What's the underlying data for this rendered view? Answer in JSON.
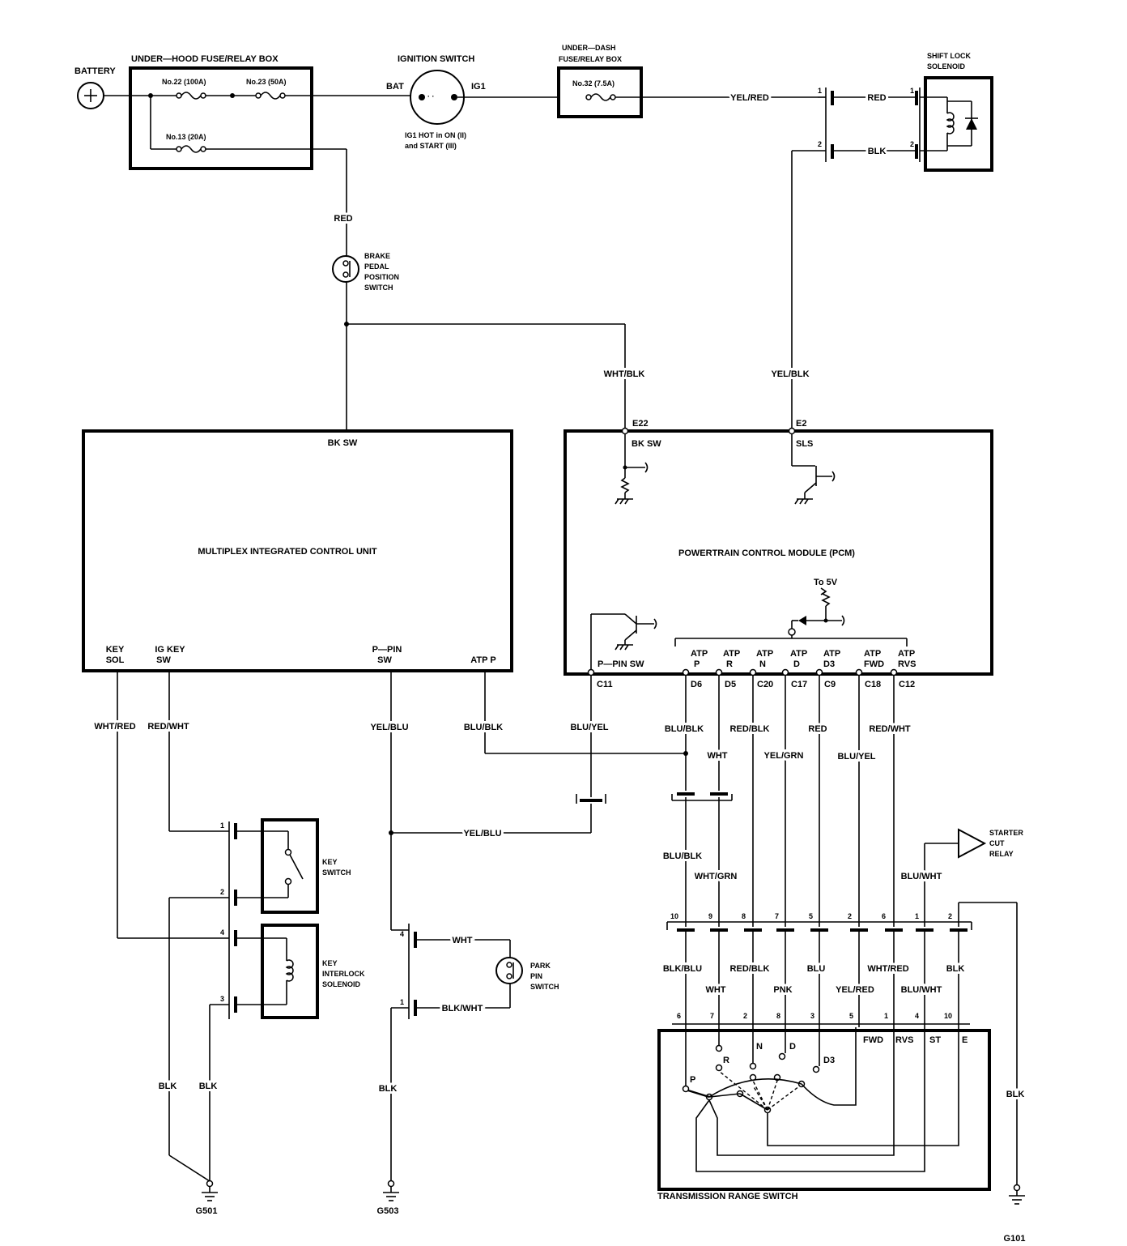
{
  "components": {
    "battery": "BATTERY",
    "underhood_box": "UNDER—HOOD FUSE/RELAY BOX",
    "fuse22": "No.22 (100A)",
    "fuse23": "No.23 (50A)",
    "fuse13": "No.13 (20A)",
    "ignition_switch": "IGNITION SWITCH",
    "ign_bat": "BAT",
    "ign_ig1": "IG1",
    "ign_note1": "IG1 HOT in ON (II)",
    "ign_note2": "and START (III)",
    "underdash_box_1": "UNDER—DASH",
    "underdash_box_2": "FUSE/RELAY BOX",
    "fuse32": "No.32 (7.5A)",
    "shift_lock_1": "SHIFT LOCK",
    "shift_lock_2": "SOLENOID",
    "brake_1": "BRAKE",
    "brake_2": "PEDAL",
    "brake_3": "POSITION",
    "brake_4": "SWITCH",
    "micu": "MULTIPLEX INTEGRATED CONTROL UNIT",
    "pcm": "POWERTRAIN CONTROL MODULE (PCM)",
    "key_switch_1": "KEY",
    "key_switch_2": "SWITCH",
    "key_interlock_1": "KEY",
    "key_interlock_2": "INTERLOCK",
    "key_interlock_3": "SOLENOID",
    "park_pin_1": "PARK",
    "park_pin_2": "PIN",
    "park_pin_3": "SWITCH",
    "starter_1": "STARTER",
    "starter_2": "CUT",
    "starter_3": "RELAY",
    "trs": "TRANSMISSION RANGE SWITCH",
    "to5v": "To 5V"
  },
  "grounds": {
    "g501": "G501",
    "g503": "G503",
    "g101": "G101"
  },
  "wires": {
    "yel_red": "YEL/RED",
    "red": "RED",
    "blk": "BLK",
    "wht_blk": "WHT/BLK",
    "yel_blk": "YEL/BLK",
    "wht_red": "WHT/RED",
    "red_wht": "RED/WHT",
    "yel_blu": "YEL/BLU",
    "blu_blk": "BLU/BLK",
    "blu_yel": "BLU/YEL",
    "wht": "WHT",
    "red_blk": "RED/BLK",
    "yel_grn": "YEL/GRN",
    "wht_grn": "WHT/GRN",
    "blu_wht": "BLU/WHT",
    "blk_blu": "BLK/BLU",
    "pnk": "PNK",
    "blu": "BLU",
    "yel_red2": "YEL/RED",
    "blk_wht": "BLK/WHT"
  },
  "micu_pins": {
    "bksw": "BK SW",
    "keysol_1": "KEY",
    "keysol_2": "SOL",
    "igkey_1": "IG KEY",
    "igkey_2": "SW",
    "ppin_1": "P—PIN",
    "ppin_2": "SW",
    "atpp": "ATP P"
  },
  "pcm_pins": {
    "e22": "E22",
    "bksw": "BK SW",
    "e2": "E2",
    "sls": "SLS",
    "ppinsw": "P—PIN SW",
    "c11": "C11",
    "atp": "ATP",
    "p": "P",
    "r": "R",
    "n": "N",
    "d": "D",
    "d3": "D3",
    "fwd": "FWD",
    "rvs": "RVS",
    "d6": "D6",
    "d5": "D5",
    "c20": "C20",
    "c17": "C17",
    "c9": "C9",
    "c18": "C18",
    "c12": "C12"
  },
  "trs_labels": {
    "p": "P",
    "r": "R",
    "n": "N",
    "d": "D",
    "d3": "D3",
    "fwd": "FWD",
    "rvs": "RVS",
    "st": "ST",
    "e": "E"
  },
  "pin_numbers": {
    "one": "1",
    "two": "2",
    "three": "3",
    "four": "4",
    "five": "5",
    "six": "6",
    "seven": "7",
    "eight": "8",
    "nine": "9",
    "ten": "10"
  }
}
